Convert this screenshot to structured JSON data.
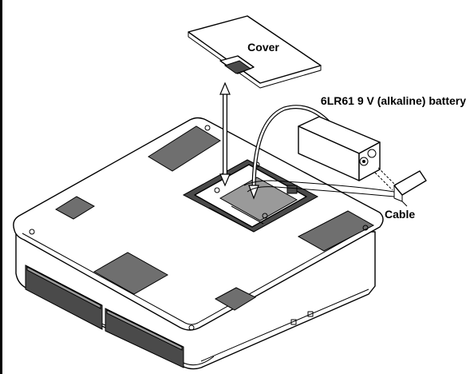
{
  "labels": {
    "cover": "Cover",
    "battery": "6LR61 9 V (alkaline) battery",
    "cable": "Cable"
  }
}
